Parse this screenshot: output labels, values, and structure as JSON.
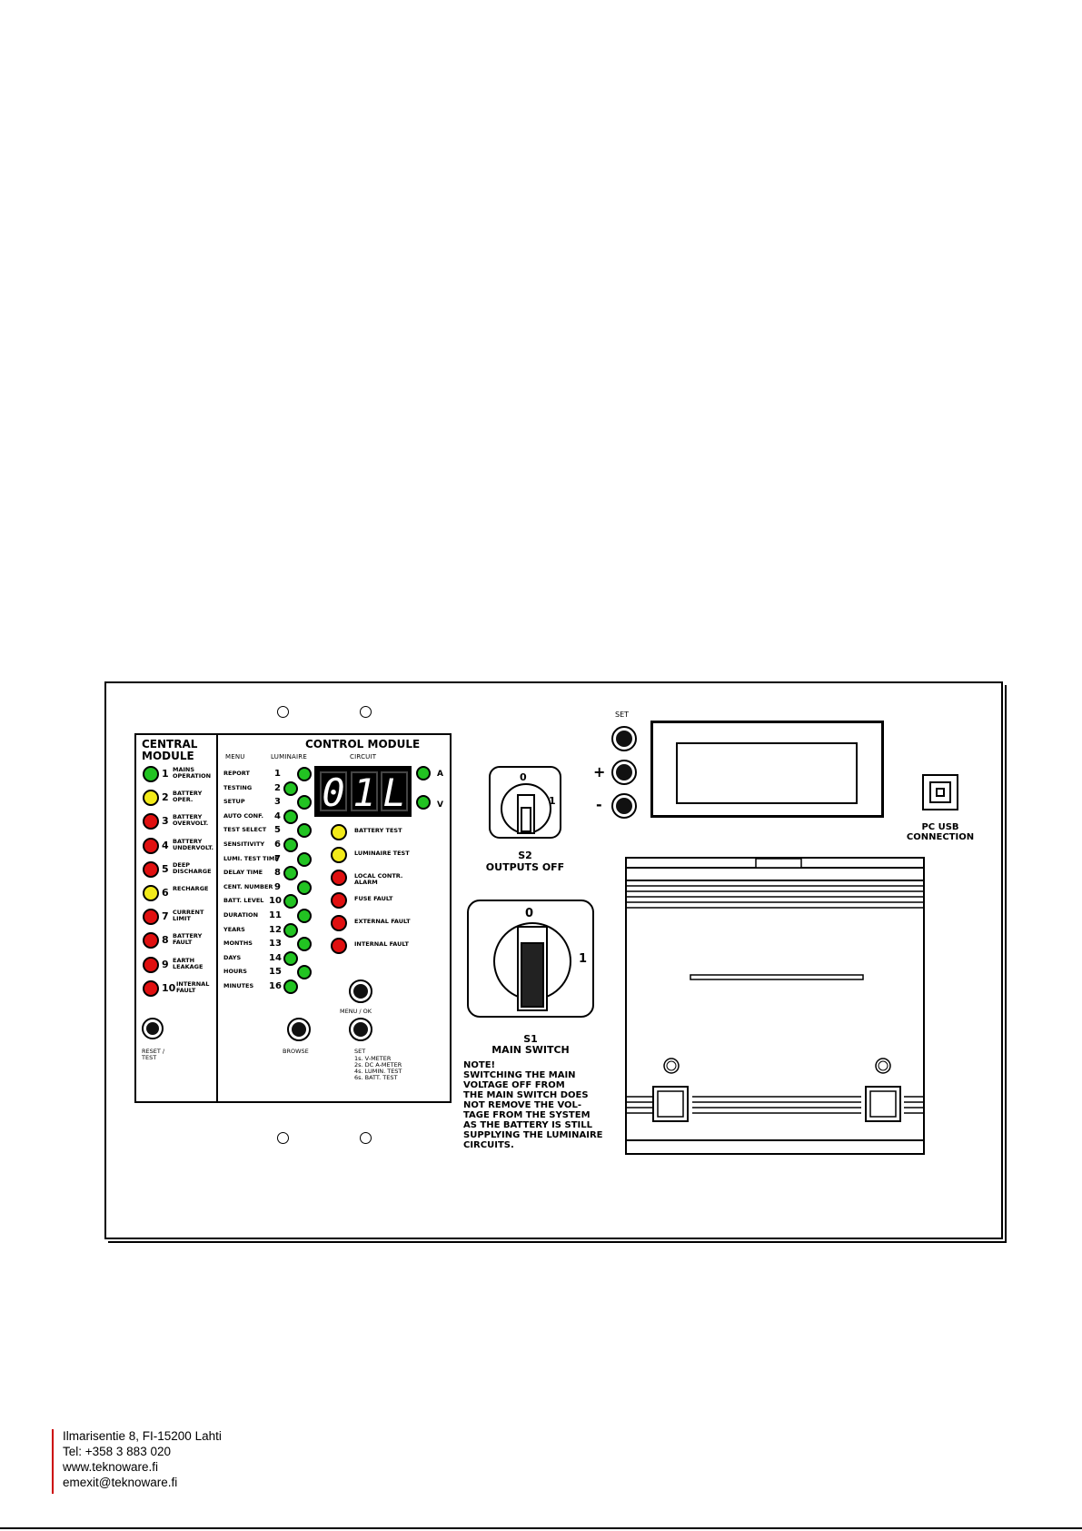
{
  "central_module": {
    "title": "CENTRAL MODULE",
    "items": [
      {
        "n": "1",
        "label": "MAINS OPERATION",
        "color": "#22c322"
      },
      {
        "n": "2",
        "label": "BATTERY OPER.",
        "color": "#f2ea1a"
      },
      {
        "n": "3",
        "label": "BATTERY OVERVOLT.",
        "color": "#e01010"
      },
      {
        "n": "4",
        "label": "BATTERY UNDERVOLT.",
        "color": "#e01010"
      },
      {
        "n": "5",
        "label": "DEEP DISCHARGE",
        "color": "#e01010"
      },
      {
        "n": "6",
        "label": "RECHARGE",
        "color": "#f2ea1a"
      },
      {
        "n": "7",
        "label": "CURRENT LIMIT",
        "color": "#e01010"
      },
      {
        "n": "8",
        "label": "BATTERY FAULT",
        "color": "#e01010"
      },
      {
        "n": "9",
        "label": "EARTH LEAKAGE",
        "color": "#e01010"
      },
      {
        "n": "10",
        "label": "INTERNAL FAULT",
        "color": "#e01010"
      }
    ],
    "reset_label": "RESET / TEST"
  },
  "control_module": {
    "title": "CONTROL MODULE",
    "col_menu": "MENU",
    "col_luminaire": "LUMINAIRE",
    "col_circuit": "CIRCUIT",
    "menu": [
      {
        "label": "REPORT",
        "n": "1"
      },
      {
        "label": "TESTING",
        "n": "2"
      },
      {
        "label": "SETUP",
        "n": "3"
      },
      {
        "label": "AUTO CONF.",
        "n": "4"
      },
      {
        "label": "TEST SELECT",
        "n": "5"
      },
      {
        "label": "SENSITIVITY",
        "n": "6"
      },
      {
        "label": "LUMI. TEST TIME",
        "n": "7"
      },
      {
        "label": "DELAY TIME",
        "n": "8"
      },
      {
        "label": "CENT. NUMBER",
        "n": "9"
      },
      {
        "label": "BATT. LEVEL",
        "n": "10"
      },
      {
        "label": "DURATION",
        "n": "11"
      },
      {
        "label": "YEARS",
        "n": "12"
      },
      {
        "label": "MONTHS",
        "n": "13"
      },
      {
        "label": "DAYS",
        "n": "14"
      },
      {
        "label": "HOURS",
        "n": "15"
      },
      {
        "label": "MINUTES",
        "n": "16"
      }
    ],
    "display_digits": [
      "0",
      "1",
      "L"
    ],
    "circuit_leds": [
      {
        "label": "A",
        "color": "#22c322"
      },
      {
        "label": "V",
        "color": "#22c322"
      }
    ],
    "status": [
      {
        "label": "BATTERY TEST",
        "color": "#f2ea1a"
      },
      {
        "label": "LUMINAIRE TEST",
        "color": "#f2ea1a"
      },
      {
        "label": "LOCAL CONTR. ALARM",
        "color": "#e01010"
      },
      {
        "label": "FUSE FAULT",
        "color": "#e01010"
      },
      {
        "label": "EXTERNAL FAULT",
        "color": "#e01010"
      },
      {
        "label": "INTERNAL FAULT",
        "color": "#e01010"
      }
    ],
    "menu_ok_label": "MENU / OK",
    "browse_label": "BROWSE",
    "set_label": "SET",
    "set_lines": [
      "1s. V-METER",
      "2s. DC A-METER",
      "4s. LUMIN. TEST",
      "6s. BATT. TEST"
    ]
  },
  "s2": {
    "zero": "0",
    "one": "1",
    "name": "S2",
    "label": "OUTPUTS OFF"
  },
  "s1": {
    "zero": "0",
    "one": "1",
    "name": "S1",
    "label": "MAIN SWITCH"
  },
  "note": {
    "lines": [
      "NOTE!",
      "SWITCHING THE MAIN",
      "VOLTAGE OFF FROM",
      "THE MAIN SWITCH DOES",
      "NOT REMOVE THE VOL-",
      "TAGE FROM THE SYSTEM",
      "AS THE BATTERY IS STILL",
      "SUPPLYING THE LUMINAIRE",
      "CIRCUITS."
    ]
  },
  "lcd_buttons": {
    "set": "SET",
    "plus": "+",
    "minus": "-"
  },
  "usb": {
    "label_line1": "PC USB",
    "label_line2": "CONNECTION"
  },
  "footer": {
    "address": "Ilmarisentie 8, FI-15200 Lahti",
    "tel": "Tel: +358 3 883 020",
    "web": "www.teknoware.fi",
    "email": "emexit@teknoware.fi",
    "accent_color": "#cc0000"
  },
  "colors": {
    "green": "#22c322",
    "yellow": "#f2ea1a",
    "red": "#e01010"
  }
}
